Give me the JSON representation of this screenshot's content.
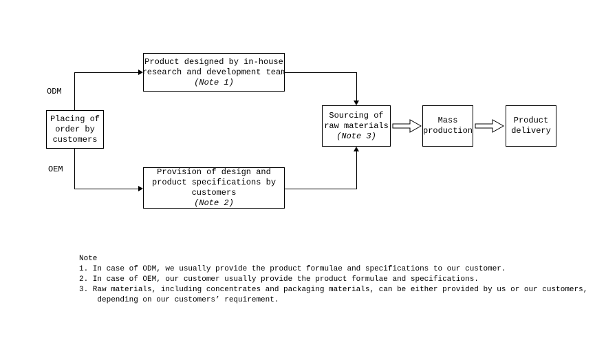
{
  "diagram": {
    "labels": {
      "odm": "ODM",
      "oem": "OEM"
    },
    "boxes": {
      "placing": {
        "lines": [
          "Placing of",
          "order by",
          "customers"
        ]
      },
      "designed": {
        "line1": "Product designed by in-house",
        "line2": "research and development team",
        "note": "(Note 1)"
      },
      "provision": {
        "line1": "Provision of design and",
        "line2": "product specifications by",
        "line3": "customers",
        "note": "(Note 2)"
      },
      "sourcing": {
        "line1": "Sourcing of",
        "line2": "raw materials",
        "note": "(Note 3)"
      },
      "mass": {
        "line1": "Mass",
        "line2": "production"
      },
      "delivery": {
        "line1": "Product",
        "line2": "delivery"
      }
    }
  },
  "notes": {
    "title": "Note",
    "items": [
      "1. In case of ODM, we usually provide the product formulae and specifications to our customer.",
      "2. In case of OEM, our customer usually provide the product formulae and specifications.",
      "3. Raw materials, including concentrates and packaging materials, can be either provided by us or our customers,",
      "    depending on our customers’ requirement."
    ]
  },
  "colors": {
    "line": "#000000",
    "background": "#ffffff"
  }
}
